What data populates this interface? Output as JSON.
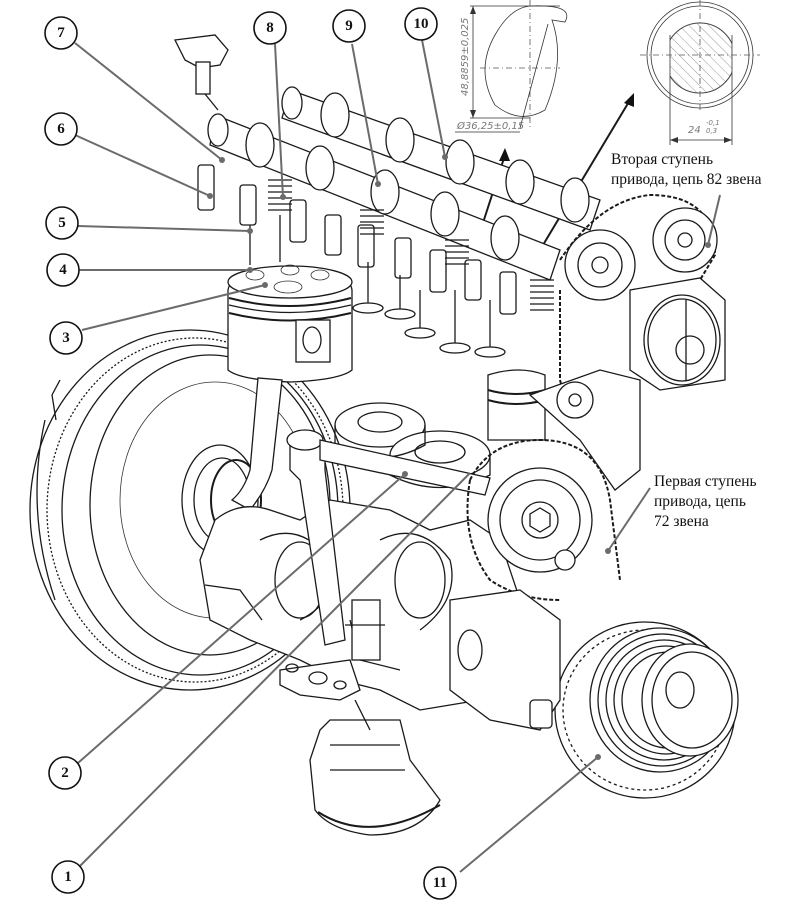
{
  "figure": {
    "type": "engine-timing-drive-assembly-drawing",
    "callouts": [
      {
        "number": "1",
        "target": "oil-pump"
      },
      {
        "number": "2",
        "target": "crankshaft"
      },
      {
        "number": "3",
        "target": "piston"
      },
      {
        "number": "4",
        "target": "valve"
      },
      {
        "number": "5",
        "target": "valve-lifter"
      },
      {
        "number": "6",
        "target": "rocker-arm-lifter"
      },
      {
        "number": "7",
        "target": "rocker-arm"
      },
      {
        "number": "8",
        "target": "valve-spring"
      },
      {
        "number": "9",
        "target": "intake-camshaft"
      },
      {
        "number": "10",
        "target": "exhaust-camshaft"
      },
      {
        "number": "11",
        "target": "crankshaft-pulley"
      }
    ],
    "annotations": {
      "second_stage": {
        "line1": "Вторая ступень",
        "line2": "привода, цепь 82 звена"
      },
      "first_stage": {
        "line1": "Первая ступень",
        "line2": "привода, цепь",
        "line3": "72 звена"
      }
    },
    "detail_views": {
      "cam_lobe": {
        "height_dimension": "48,8859±0,025",
        "base_diameter": "Ø36,25±0,15"
      },
      "shaft_section": {
        "width_dimension": "24",
        "tolerance_upper": "-0,1",
        "tolerance_lower": "0,3"
      }
    }
  }
}
